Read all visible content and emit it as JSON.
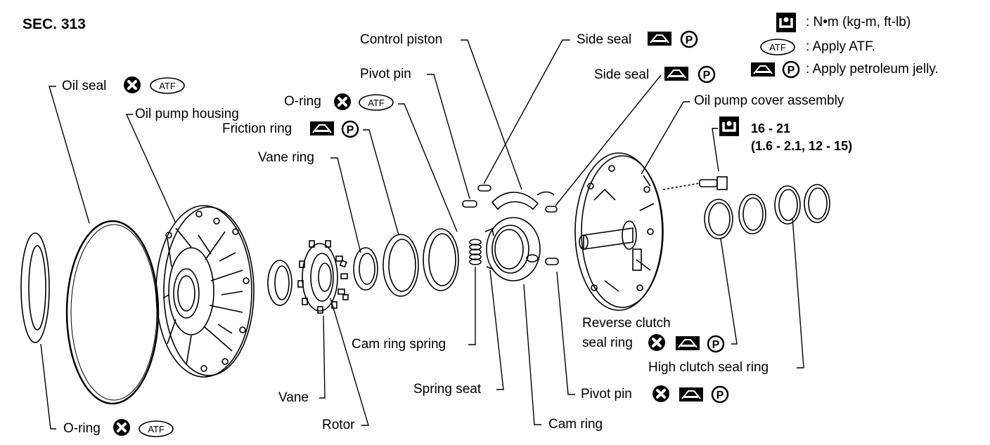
{
  "section": "SEC. 313",
  "legend": {
    "torque_unit": ": N•m (kg-m, ft-lb)",
    "atf": ": Apply ATF.",
    "jelly": ": Apply petroleum jelly."
  },
  "icons": {
    "atf_text": "ATF",
    "p_text": "P"
  },
  "labels": {
    "oil_seal": "Oil seal",
    "oil_pump_housing": "Oil pump housing",
    "o_ring_top": "O-ring",
    "friction_ring": "Friction ring",
    "vane_ring": "Vane ring",
    "pivot_pin_top": "Pivot pin",
    "control_piston": "Control piston",
    "side_seal_1": "Side seal",
    "side_seal_2": "Side seal",
    "oil_pump_cover_assembly": "Oil pump cover assembly",
    "cam_ring_spring": "Cam ring spring",
    "spring_seat": "Spring seat",
    "cam_ring": "Cam ring",
    "pivot_pin_bottom": "Pivot pin",
    "vane": "Vane",
    "rotor": "Rotor",
    "o_ring_bottom": "O-ring",
    "reverse_clutch_line1": "Reverse clutch",
    "reverse_clutch_line2": "seal ring",
    "high_clutch_seal_ring": "High clutch seal ring"
  },
  "torque_spec": {
    "value": "16 - 21",
    "conversions": "(1.6 - 2.1, 12 - 15)"
  },
  "colors": {
    "ink": "#000000",
    "paper": "#ffffff"
  }
}
